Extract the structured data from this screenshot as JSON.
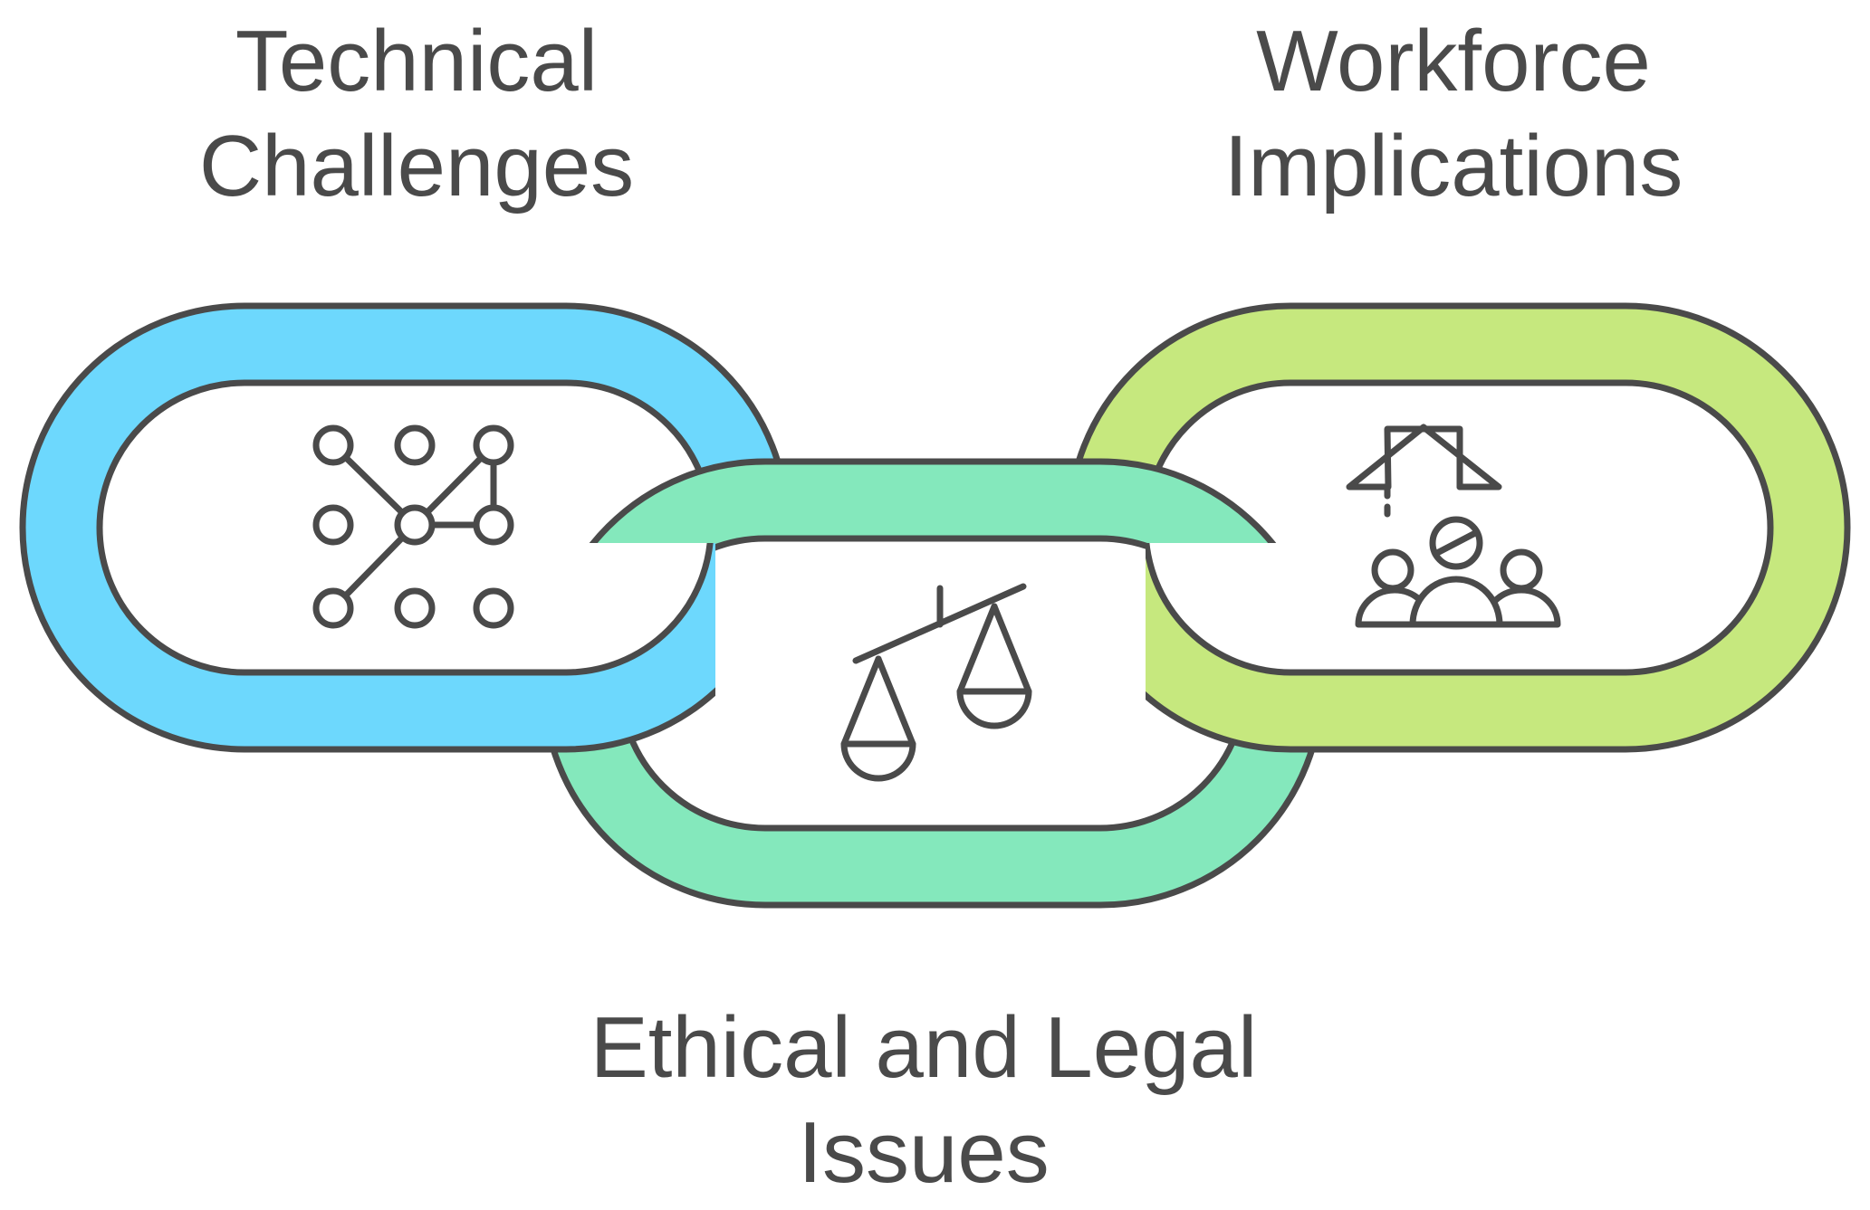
{
  "diagram": {
    "labels": {
      "technical": {
        "line1": "Technical",
        "line2": "Challenges"
      },
      "workforce": {
        "line1": "Workforce",
        "line2": "Implications"
      },
      "ethical": {
        "line1": "Ethical and Legal",
        "line2": "Issues"
      }
    },
    "links": [
      {
        "name": "technical-challenges",
        "color": "#6dd8fd",
        "icon": "network-nodes-icon"
      },
      {
        "name": "ethical-legal-issues",
        "color": "#84e8bc",
        "icon": "balance-scale-icon"
      },
      {
        "name": "workforce-implications",
        "color": "#c6e87e",
        "icon": "team-growth-icon"
      }
    ],
    "outline_color": "#4a4a4a"
  }
}
